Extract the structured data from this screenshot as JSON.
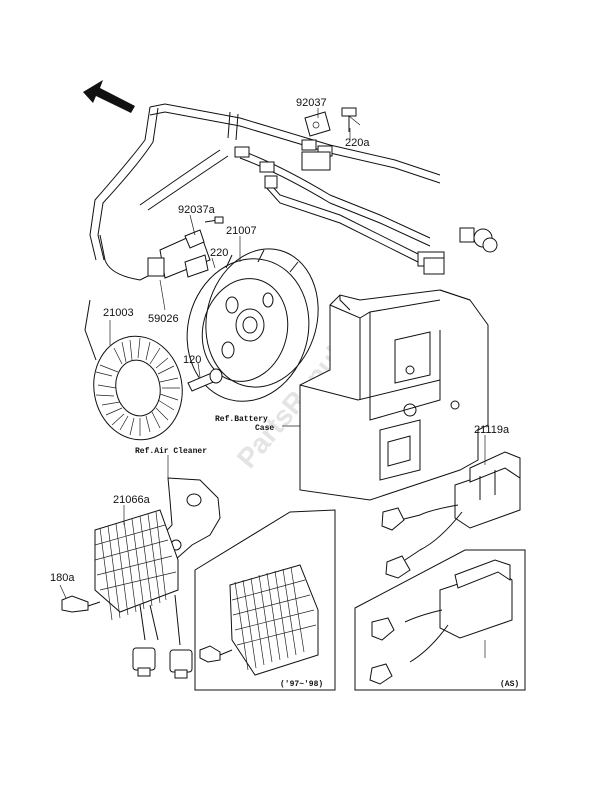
{
  "labels": {
    "p92037": "92037",
    "p220a": "220a",
    "p92037a": "92037a",
    "p21007": "21007",
    "p220": "220",
    "p21003": "21003",
    "p59026": "59026",
    "p120": "120",
    "ref_battery_line1": "Ref.Battery",
    "ref_battery_line2": "Case",
    "ref_air_cleaner": "Ref.Air Cleaner",
    "p21119a": "21119a",
    "p21066a": "21066a",
    "p180a": "180a",
    "years_note": "('97~'98)",
    "as_note": "(AS)"
  },
  "watermark": "PartsRepublik"
}
